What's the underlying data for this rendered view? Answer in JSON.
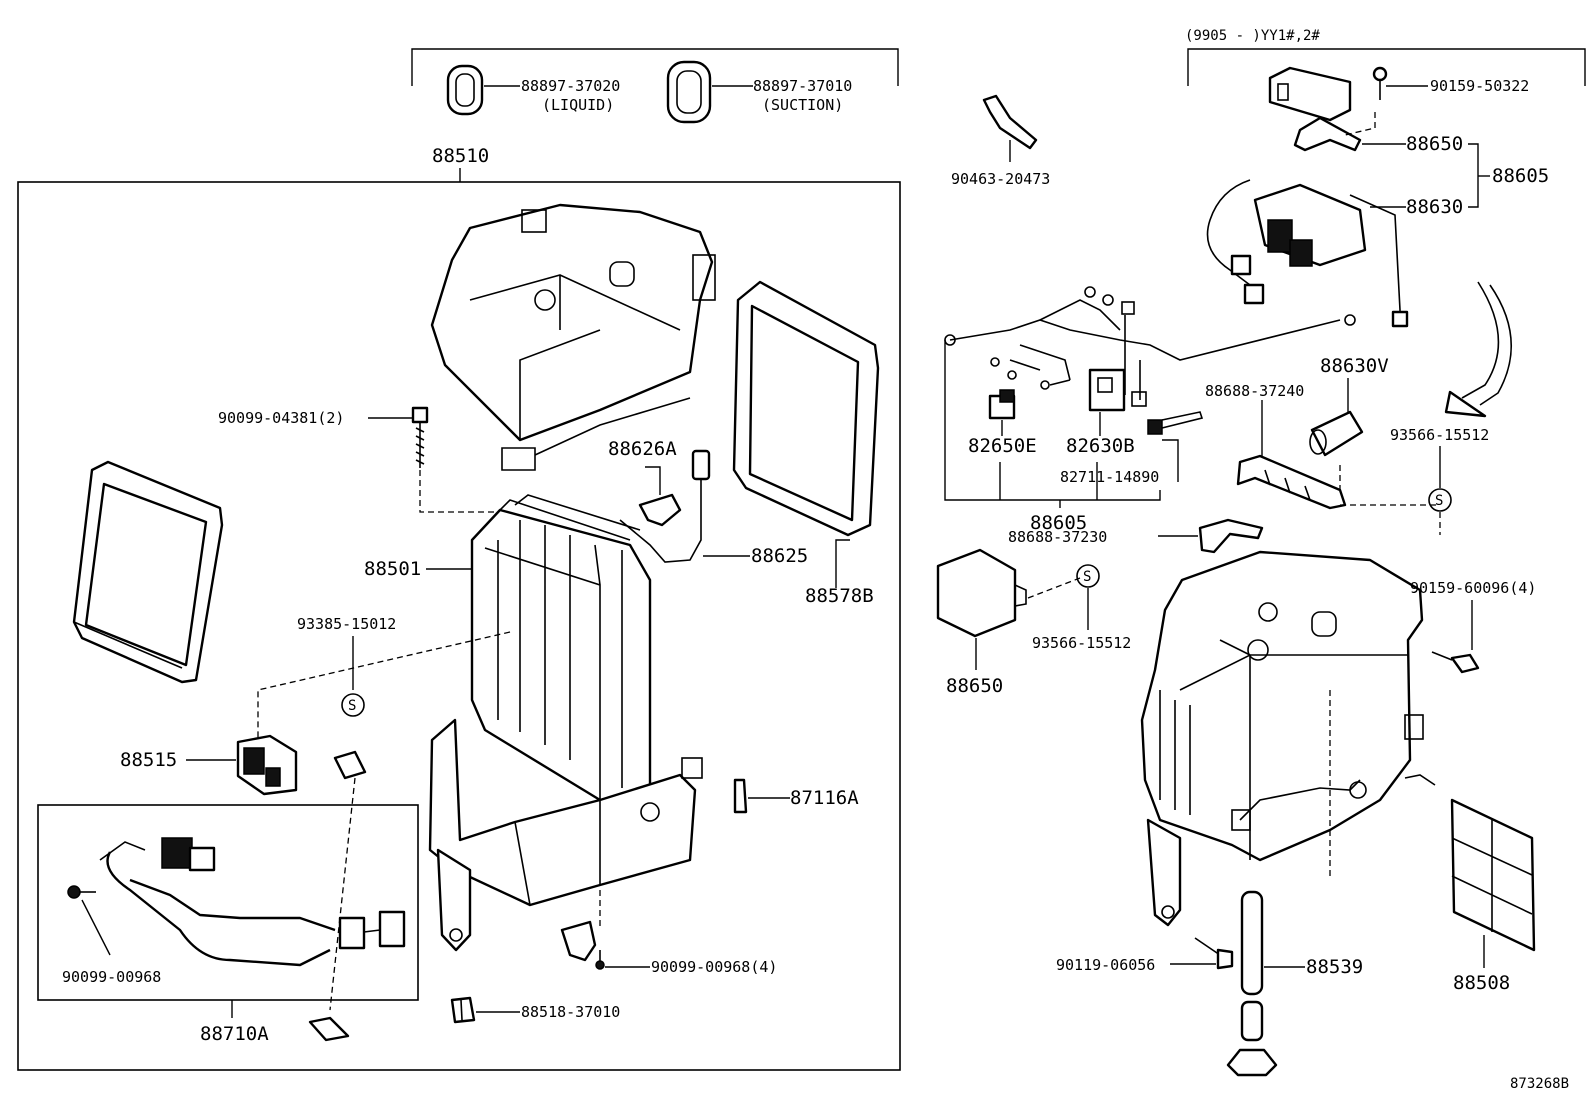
{
  "diagram_id": "873268B",
  "range_note": "(9905 -        )YY1#,2#",
  "parts": {
    "p88897_37020": "88897-37020",
    "p88897_37020_sub": "(LIQUID)",
    "p88897_37010": "88897-37010",
    "p88897_37010_sub": "(SUCTION)",
    "p88510": "88510",
    "p90099_04381": "90099-04381(2)",
    "p88626A": "88626A",
    "p88625": "88625",
    "p88578B": "88578B",
    "p88501": "88501",
    "p93385_15012": "93385-15012",
    "p88515": "88515",
    "p87116A": "87116A",
    "p90099_00968": "90099-00968",
    "p90099_00968_4": "90099-00968(4)",
    "p88518_37010": "88518-37010",
    "p88710A": "88710A",
    "p90463_20473": "90463-20473",
    "p90159_50322": "90159-50322",
    "p88650_top": "88650",
    "p88630": "88630",
    "p88605_top": "88605",
    "p88630V": "88630V",
    "p88688_37240": "88688-37240",
    "p82650E": "82650E",
    "p82630B": "82630B",
    "p82711_14890": "82711-14890",
    "p88605_mid": "88605",
    "p93566_15512_right": "93566-15512",
    "p88688_37230": "88688-37230",
    "p93566_15512_left": "93566-15512",
    "p88650_left": "88650",
    "p90159_60096": "90159-60096(4)",
    "p90119_06056": "90119-06056",
    "p88539": "88539",
    "p88508": "88508"
  },
  "symbols": {
    "s_mark": "S"
  }
}
